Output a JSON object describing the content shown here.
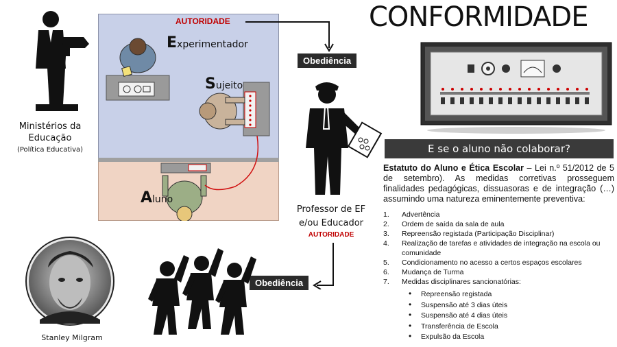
{
  "title": "CONFORMIDADE",
  "ministry": {
    "line1": "Ministérios da",
    "line2": "Educação",
    "sub": "(Política Educativa)"
  },
  "milgram_label": "Stanley Milgram",
  "authority_label": "AUTORIDADE",
  "obedience_label": "Obediência",
  "lab": {
    "experimenter_initial": "E",
    "experimenter_rest": "xperimentador",
    "subject_initial": "S",
    "subject_rest": "ujeito",
    "student_initial": "A",
    "student_rest": "luno"
  },
  "teacher": {
    "line1": "Professor de EF",
    "line2": "e/ou Educador",
    "authority": "AUTORIDADE"
  },
  "question": "E se o aluno não colaborar?",
  "statute": {
    "bold": "Estatuto do Aluno e Ética Escolar",
    "text": " – Lei n.º 51/2012 de 5 de setembro). As medidas corretivas prosseguem finalidades pedagógicas, dissuasoras e de integração (…) assumindo uma natureza eminentemente preventiva:"
  },
  "measures": [
    {
      "num": "1.",
      "text": "Advertência"
    },
    {
      "num": "2.",
      "text": "Ordem de saída da sala de aula"
    },
    {
      "num": "3.",
      "text": "Repreensão registada (Participação Disciplinar)"
    },
    {
      "num": "4.",
      "text": "Realização de tarefas e atividades de integração na escola ou comunidade"
    },
    {
      "num": "5.",
      "text": "Condicionamento no acesso a certos espaços escolares"
    },
    {
      "num": "6.",
      "text": "Mudança de Turma"
    },
    {
      "num": "7.",
      "text": "Medidas disciplinares sancionatórias:"
    }
  ],
  "sanctions": [
    "Repreensão registada",
    "Suspensão até 3 dias úteis",
    "Suspensão até 4 dias úteis",
    "Transferência de Escola",
    "Expulsão da Escola"
  ]
}
